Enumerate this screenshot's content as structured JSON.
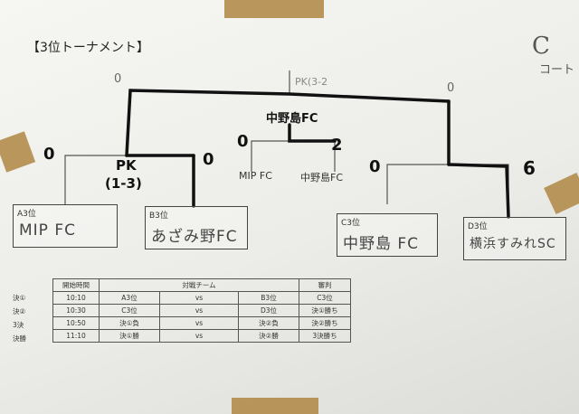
{
  "title": "【3位トーナメント】",
  "court": {
    "letter": "C",
    "sub": "コート"
  },
  "top_note": "PK(3-2",
  "bracket": {
    "teams": [
      {
        "seed": "A3位",
        "name": "MIP FC"
      },
      {
        "seed": "B3位",
        "name": "あざみ野FC"
      },
      {
        "seed": "C3位",
        "name": "中野島 FC"
      },
      {
        "seed": "D3位",
        "name": "横浜すみれSC"
      }
    ],
    "scores": {
      "m1_left": "0",
      "m1_right": "0",
      "m1_pk": "PK",
      "m1_pk_score": "(1-3)",
      "m2_left": "0",
      "m2_right": "6",
      "final_left": "0",
      "final_right": "2",
      "top_left": "0",
      "top_right": "0"
    },
    "final": {
      "winner": "中野島FC",
      "left_team": "MIP FC",
      "right_team": "中野島FC"
    }
  },
  "schedule": {
    "headers": [
      "開始時間",
      "対戦チーム",
      "",
      "",
      "審判"
    ],
    "rows": [
      {
        "label": "決①",
        "time": "10:10",
        "a": "A3位",
        "vs": "vs",
        "b": "B3位",
        "ref": "C3位"
      },
      {
        "label": "決②",
        "time": "10:30",
        "a": "C3位",
        "vs": "vs",
        "b": "D3位",
        "ref": "決①勝ち"
      },
      {
        "label": "3決",
        "time": "10:50",
        "a": "決①負",
        "vs": "vs",
        "b": "決②負",
        "ref": "決②勝ち"
      },
      {
        "label": "決勝",
        "time": "11:10",
        "a": "決①勝",
        "vs": "vs",
        "b": "決②勝",
        "ref": "3決勝ち"
      }
    ]
  }
}
